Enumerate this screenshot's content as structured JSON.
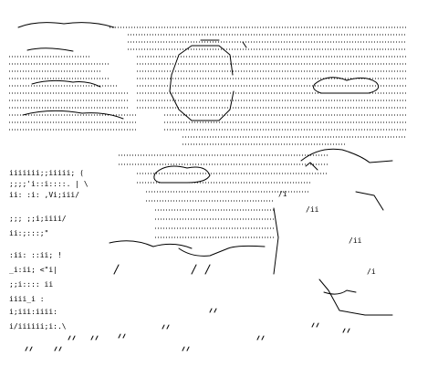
{
  "artwork": {
    "kind": "ascii-art",
    "ink_color": "#000000",
    "background_color": "#ffffff",
    "fragments": {
      "a": "iiiiiii;;iiiii; (",
      "b": ";;;;'i::i::::. |   \\",
      "c": "ii:  :i:  ,Vi;iii/",
      "d": ";;; ;;i;iiii/",
      "e": "ii:;:::;\"",
      "f": ":ii:  ::ii;  !",
      "g": "_i:ii; <\"i|",
      "h": ";;i:::: ii",
      "i": "iiii_i :",
      "j": "i;iii:iiii:",
      "k": "i/iiiiii;i:.\\",
      "l": "/i",
      "m": "/ii",
      "n": "/ii",
      "o": "/i"
    }
  }
}
